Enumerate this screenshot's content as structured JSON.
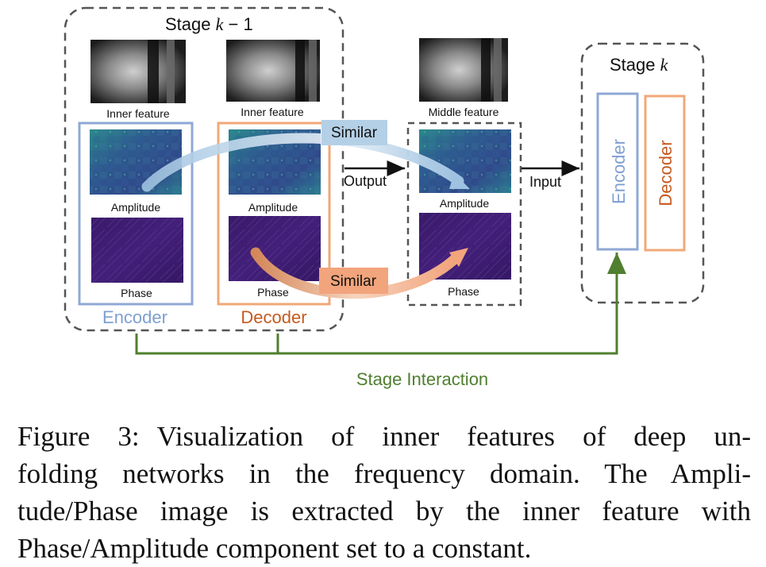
{
  "stage_prev": {
    "title_prefix": "Stage ",
    "title_var": "k",
    "title_suffix": " − 1",
    "encoder_label": "Encoder",
    "decoder_label": "Decoder",
    "encoder_inner_feature": "Inner feature",
    "decoder_inner_feature": "Inner feature",
    "encoder_amplitude": "Amplitude",
    "decoder_amplitude": "Amplitude",
    "encoder_phase": "Phase",
    "decoder_phase": "Phase"
  },
  "middle": {
    "title": "Middle feature",
    "amplitude": "Amplitude",
    "phase": "Phase"
  },
  "stage_next": {
    "title_prefix": "Stage ",
    "title_var": "k",
    "encoder_label": "Encoder",
    "decoder_label": "Decoder"
  },
  "arrows": {
    "output": "Output",
    "input": "Input",
    "similar_top": "Similar",
    "similar_bottom": "Similar"
  },
  "interaction": {
    "label": "Stage Interaction"
  },
  "caption": {
    "figure_label": "Figure 3:",
    "line1": "Visualization of inner features of deep un-",
    "line2": "folding networks in the frequency domain.  The Ampli-",
    "line3": "tude/Phase image is extracted by the inner feature with",
    "line4": "Phase/Amplitude component set to a constant."
  },
  "colors": {
    "encoder": "#8fa8d6",
    "decoder": "#f0a878",
    "encoder_text": "#7f9fd2",
    "decoder_text": "#c45a1f",
    "interaction": "#4f7f2f",
    "similar_top_bg": "#b4d0e6",
    "similar_bottom_bg": "#f2a47c"
  }
}
